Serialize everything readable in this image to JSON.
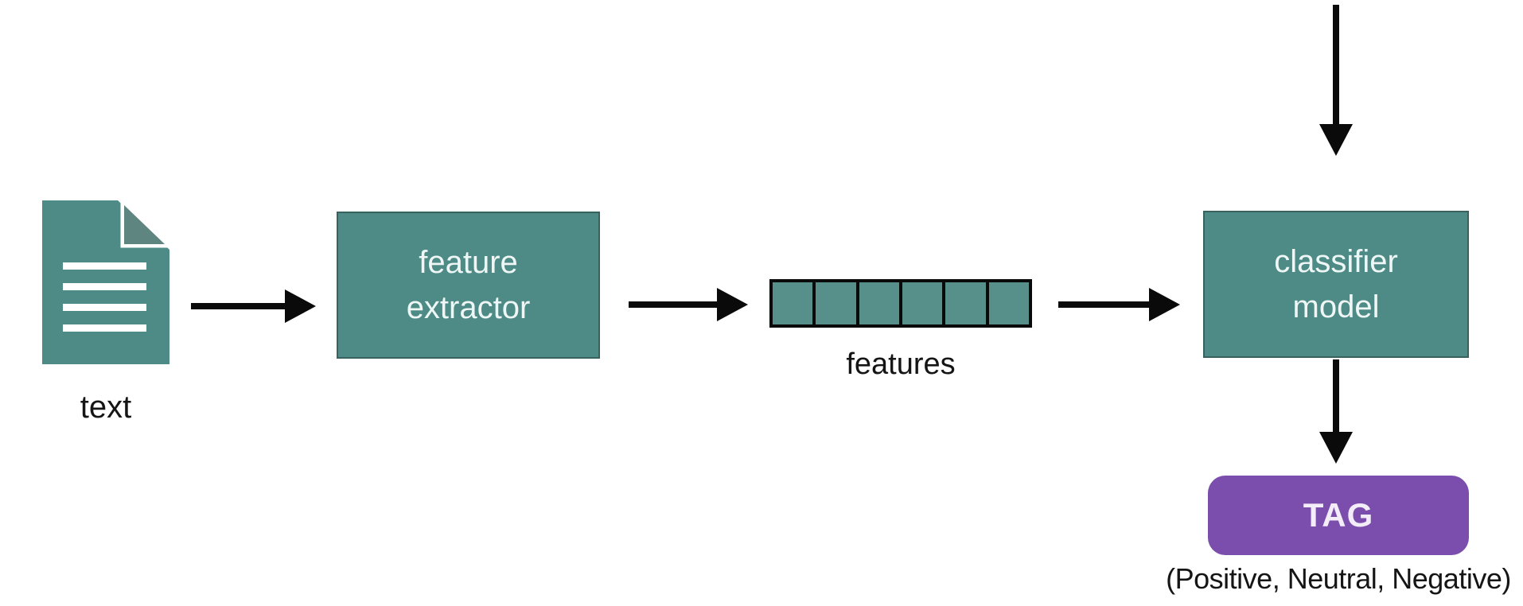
{
  "diagram": {
    "nodes": {
      "document": {
        "label": "text"
      },
      "feature_extractor": {
        "line1": "feature",
        "line2": "extractor"
      },
      "features": {
        "label": "features",
        "cell_count": 6
      },
      "classifier": {
        "line1": "classifier",
        "line2": "model"
      },
      "tag": {
        "label": "TAG",
        "caption": "(Positive, Neutral, Negative)"
      }
    },
    "colors": {
      "teal": "#4e8b86",
      "fold": "#5e8580",
      "cell_fill": "#57908a",
      "purple": "#7b4dac",
      "arrow": "#0a0a0a",
      "ink": "#151515",
      "box_text": "#eef7f5",
      "tag_text": "#f3ecf9"
    }
  }
}
